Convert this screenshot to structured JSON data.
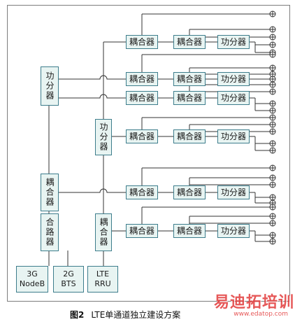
{
  "diagram": {
    "sources": [
      {
        "id": "3g",
        "lines": [
          "3G",
          "NodeB"
        ]
      },
      {
        "id": "2g",
        "lines": [
          "2G",
          "BTS"
        ]
      },
      {
        "id": "lte",
        "lines": [
          "LTE",
          "RRU"
        ]
      }
    ],
    "left_chain": {
      "splitter": "功分器",
      "coupler": "耦合器",
      "combiner": "合路器"
    },
    "middle_chain": {
      "splitter": "功分器",
      "coupler": "耦合器"
    },
    "branches": [
      {
        "coupler1": "耦合器",
        "coupler2": "耦合器",
        "splitter": "功分器"
      },
      {
        "coupler1": "耦合器",
        "coupler2": "耦合器",
        "splitter": "功分器"
      },
      {
        "coupler1": "耦合器",
        "coupler2": "耦合器",
        "splitter": "功分器"
      },
      {
        "coupler1": "耦合器",
        "coupler2": "耦合器",
        "splitter": "功分器"
      },
      {
        "coupler1": "耦合器",
        "coupler2": "耦合器",
        "splitter": "功分器"
      },
      {
        "coupler1": "耦合器",
        "coupler2": "耦合器",
        "splitter": "功分器"
      }
    ],
    "antenna_icon": "circle-plus-antenna-icon"
  },
  "caption": {
    "label": "图2",
    "text": "LTE单通道独立建设方案"
  },
  "watermark": {
    "main": "易迪拓培训",
    "url": "www.edatop.com"
  },
  "colors": {
    "box_border": "#3d7d8c",
    "box_fill": "#e8f4f2",
    "line": "#333333",
    "watermark": "#e23b3b"
  }
}
